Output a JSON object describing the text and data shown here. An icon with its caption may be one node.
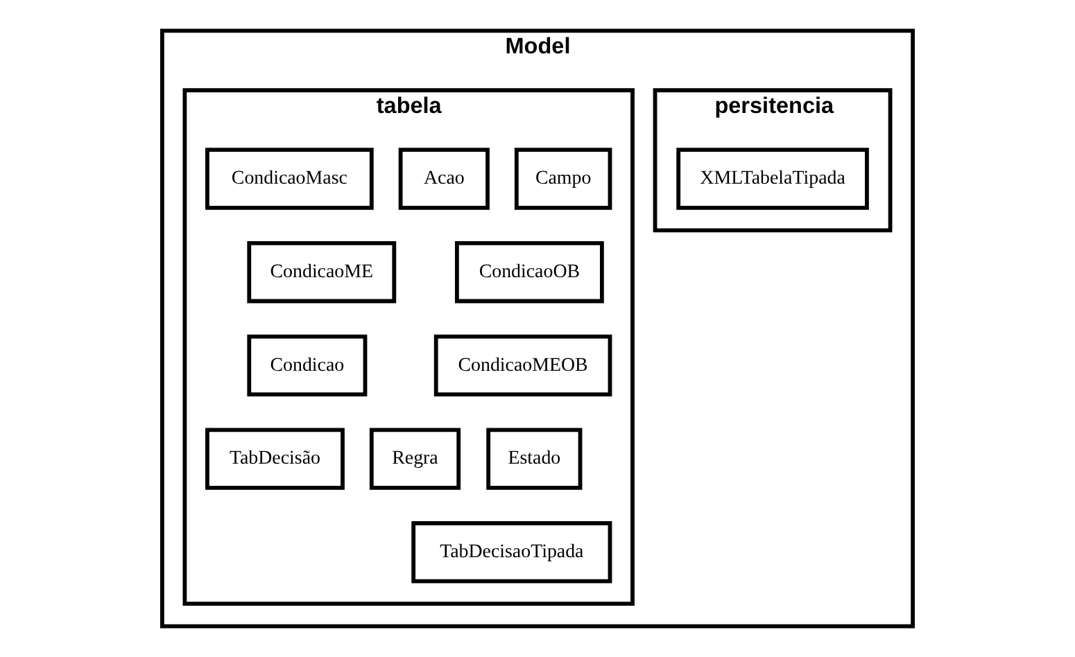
{
  "diagram": {
    "nodes": [
      {
        "text": [
          "Model"
        ]
      },
      {
        "text": [
          "persitencia"
        ],
        "in": 0
      },
      {
        "text": [
          "XMLTabelaTipada"
        ],
        "in": 1
      },
      {
        "text": [
          "tabela"
        ],
        "in": 0
      },
      {
        "text": [
          "Campo"
        ],
        "in": 3
      },
      {
        "text": [
          "Acao"
        ],
        "in": 3
      },
      {
        "text": [
          "CondicaoMasc"
        ],
        "in": 3
      },
      {
        "text": [
          "CondicaoOB"
        ],
        "in": 3
      },
      {
        "text": [
          "CondicaoME"
        ],
        "in": 3
      },
      {
        "text": [
          "CondicaoMEOB"
        ],
        "in": 3
      },
      {
        "text": [
          "Condicao"
        ],
        "in": 3
      },
      {
        "text": [
          "Estado"
        ],
        "in": 3
      },
      {
        "text": [
          "Regra"
        ],
        "in": 3
      },
      {
        "text": [
          "TabDecisão"
        ],
        "in": 3
      },
      {
        "text": [
          "TabDecisaoTipada"
        ],
        "in": 3
      }
    ],
    "edges": []
  }
}
